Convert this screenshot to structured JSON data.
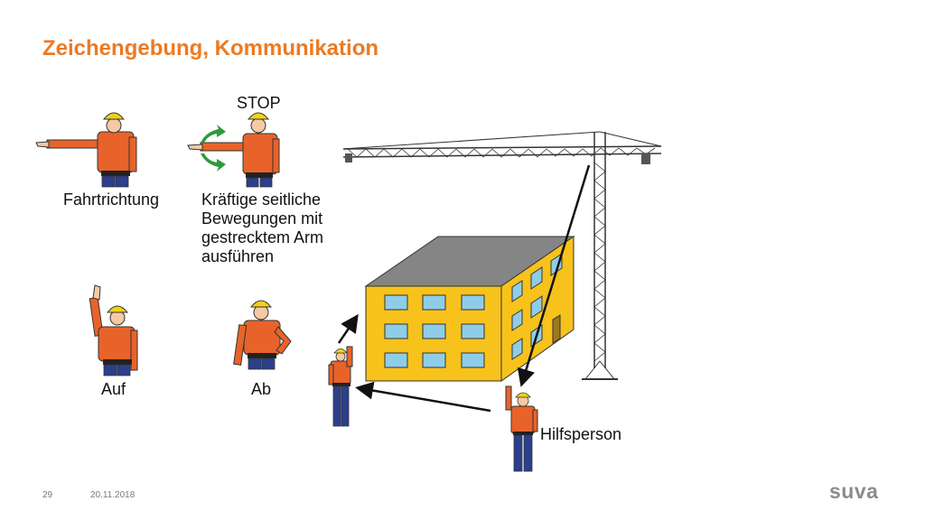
{
  "slide": {
    "title": "Zeichengebung, Kommunikation",
    "page_number": "29",
    "date": "20.11.2018",
    "logo_text": "suva"
  },
  "signals": {
    "direction": "Fahrtrichtung",
    "stop_heading": "STOP",
    "stop_lines": [
      "Kräftige seitliche",
      "Bewegungen mit",
      "gestrecktem Arm",
      "ausführen"
    ],
    "up": "Auf",
    "down": "Ab"
  },
  "scene": {
    "helper_label": "Hilfsperson"
  },
  "colors": {
    "accent": "#ec7a23",
    "shirt": "#e8632a",
    "pants": "#2b3f8c",
    "helmet": "#f2d216",
    "building": "#f7c21b",
    "roof": "#858585",
    "window": "#8ecde8",
    "arrow_green": "#2e9a3a"
  }
}
